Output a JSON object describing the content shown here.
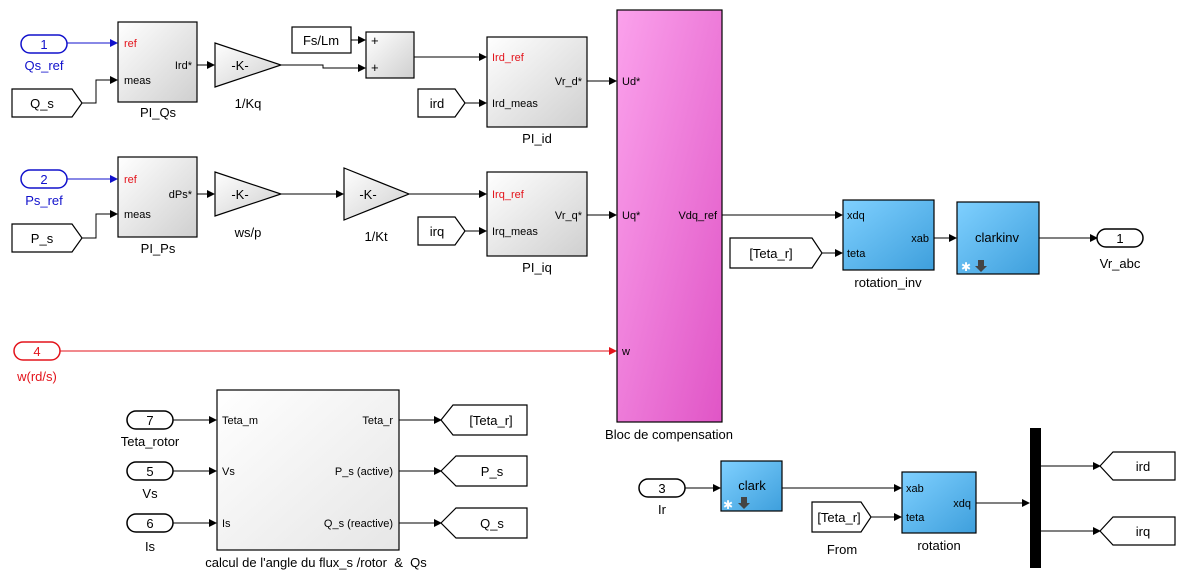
{
  "inports": [
    {
      "num": "1",
      "label": "Qs_ref"
    },
    {
      "num": "2",
      "label": "Ps_ref"
    },
    {
      "num": "4",
      "label": "w(rd/s)"
    },
    {
      "num": "7",
      "label": "Teta_rotor"
    },
    {
      "num": "5",
      "label": "Vs"
    },
    {
      "num": "6",
      "label": "Is"
    },
    {
      "num": "3",
      "label": "Ir"
    }
  ],
  "outport": {
    "num": "1",
    "label": "Vr_abc"
  },
  "goto_tags": [
    "[Teta_r]",
    "P_s",
    "Q_s",
    "ird",
    "irq"
  ],
  "from_tags": [
    "Q_s",
    "P_s",
    "ird",
    "irq",
    "[Teta_r]",
    "[Teta_r]"
  ],
  "from_block_label": "From",
  "pi_qs": {
    "name": "PI_Qs",
    "in1": "ref",
    "in2": "meas",
    "out": "Ird*"
  },
  "pi_ps": {
    "name": "PI_Ps",
    "in1": "ref",
    "in2": "meas",
    "out": "dPs*"
  },
  "pi_id": {
    "name": "PI_id",
    "in1": "Ird_ref",
    "in2": "Ird_meas",
    "out": "Vr_d*"
  },
  "pi_iq": {
    "name": "PI_iq",
    "in1": "Irq_ref",
    "in2": "Irq_meas",
    "out": "Vr_q*"
  },
  "gains": [
    {
      "text": "-K-",
      "label": "1/Kq"
    },
    {
      "text": "-K-",
      "label": "ws/p"
    },
    {
      "text": "-K-",
      "label": "1/Kt"
    }
  ],
  "constant": "Fs/Lm",
  "sum_signs": [
    "+",
    "+"
  ],
  "compensation": {
    "name": "Bloc de compensation",
    "ports": [
      "Ud*",
      "Uq*",
      "w",
      "Vdq_ref"
    ]
  },
  "rotation_inv": {
    "name": "rotation_inv",
    "ports": [
      "xdq",
      "teta",
      "xab"
    ]
  },
  "clarkinv": {
    "name": "clarkinv"
  },
  "calc": {
    "name": "calcul de l'angle du flux_s /rotor  &  Qs",
    "ports": [
      "Teta_m",
      "Vs",
      "Is",
      "Teta_r",
      "P_s (active)",
      "Q_s (reactive)"
    ]
  },
  "clark": {
    "name": "clark"
  },
  "rotation": {
    "name": "rotation",
    "ports": [
      "xab",
      "teta",
      "xdq"
    ]
  },
  "colors": {
    "pink": "#f080d8",
    "blue_block": "#5ab8f0",
    "red_signal": "#e3131b",
    "blue_signal": "#1111cc"
  }
}
